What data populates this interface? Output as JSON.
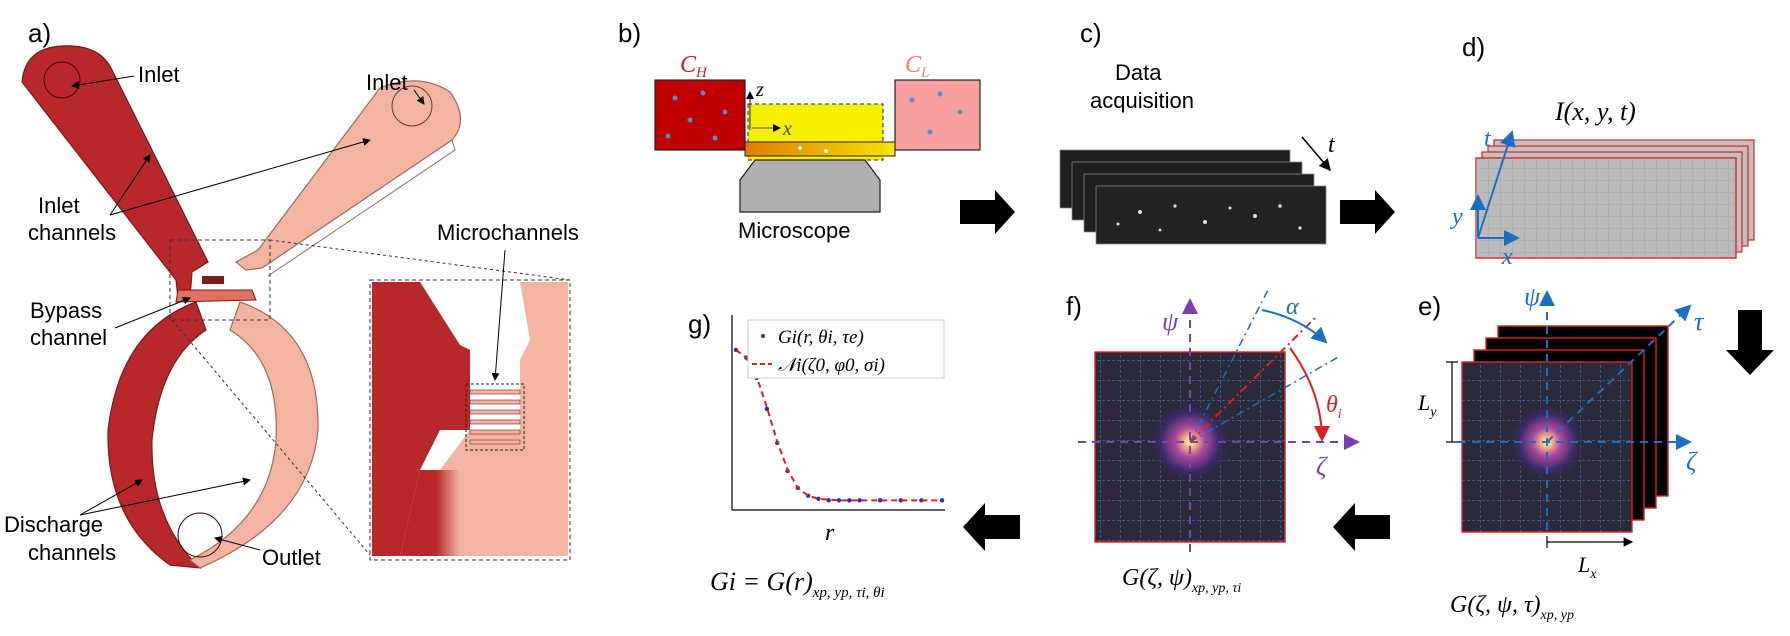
{
  "panels": {
    "a": {
      "label": "a)",
      "inlet_1": "Inlet",
      "inlet_2": "Inlet",
      "inlet_channels_line1": "Inlet",
      "inlet_channels_line2": "channels",
      "bypass_line1": "Bypass",
      "bypass_line2": "channel",
      "discharge_line1": "Discharge",
      "discharge_line2": "channels",
      "outlet": "Outlet",
      "microchannels": "Microchannels"
    },
    "b": {
      "label": "b)",
      "ch": "C",
      "ch_sub": "H",
      "cl": "C",
      "cl_sub": "L",
      "z_axis": "z",
      "x_axis": "x",
      "microscope": "Microscope"
    },
    "c": {
      "label": "c)",
      "title_line1": "Data",
      "title_line2": "acquisition",
      "t_axis": "t"
    },
    "d": {
      "label": "d)",
      "title": "I(x, y, t)",
      "t_axis": "t",
      "y_axis": "y",
      "x_axis": "x"
    },
    "e": {
      "label": "e)",
      "psi": "ψ",
      "tau": "τ",
      "zeta": "ζ",
      "ly": "L",
      "ly_sub": "y",
      "lx": "L",
      "lx_sub": "x",
      "caption": "G(ζ, ψ, τ)",
      "caption_sub": "xp, yp"
    },
    "f": {
      "label": "f)",
      "psi": "ψ",
      "zeta": "ζ",
      "alpha": "α",
      "theta": "θ",
      "theta_sub": "i",
      "caption": "G(ζ, ψ)",
      "caption_sub": "xp, yp, τi"
    },
    "g": {
      "label": "g)",
      "legend_1": "Gi(r, θi, τe)",
      "legend_2": "𝒩i(ζ0, φ0, σi)",
      "xlabel": "r",
      "caption": "Gi = G(r)",
      "caption_sub": "xp, yp, τi, θi"
    }
  },
  "colors": {
    "dark_red": "#b8282a",
    "pink": "#f3b4a2",
    "yellow": "#f6f000",
    "panel_blue": "#1a6fc2",
    "purple": "#7a3fb0",
    "red_line": "#e02020",
    "grid_bg": "#2a2a3a"
  },
  "chart_data": {
    "type": "scatter",
    "title": "",
    "xlabel": "r",
    "ylabel": "",
    "series": [
      {
        "name": "Gi(r, θi, τe)",
        "style": "points",
        "color": "#2030c0",
        "x": [
          0,
          0.05,
          0.1,
          0.15,
          0.2,
          0.25,
          0.3,
          0.35,
          0.4,
          0.45,
          0.5,
          0.55,
          0.6,
          0.7,
          0.8,
          0.9,
          1.0
        ],
        "y": [
          1.0,
          0.95,
          0.82,
          0.62,
          0.4,
          0.22,
          0.11,
          0.06,
          0.04,
          0.03,
          0.03,
          0.03,
          0.03,
          0.03,
          0.03,
          0.03,
          0.03
        ]
      },
      {
        "name": "𝒩i(ζ0, φ0, σi)",
        "style": "dashed-line",
        "color": "#e02020",
        "x": [
          0,
          0.05,
          0.1,
          0.15,
          0.2,
          0.25,
          0.3,
          0.35,
          0.4,
          0.45,
          0.5,
          0.6,
          0.7,
          0.8,
          0.9,
          1.0
        ],
        "y": [
          1.0,
          0.95,
          0.83,
          0.63,
          0.41,
          0.23,
          0.11,
          0.06,
          0.04,
          0.035,
          0.03,
          0.03,
          0.03,
          0.03,
          0.03,
          0.03
        ]
      }
    ]
  }
}
